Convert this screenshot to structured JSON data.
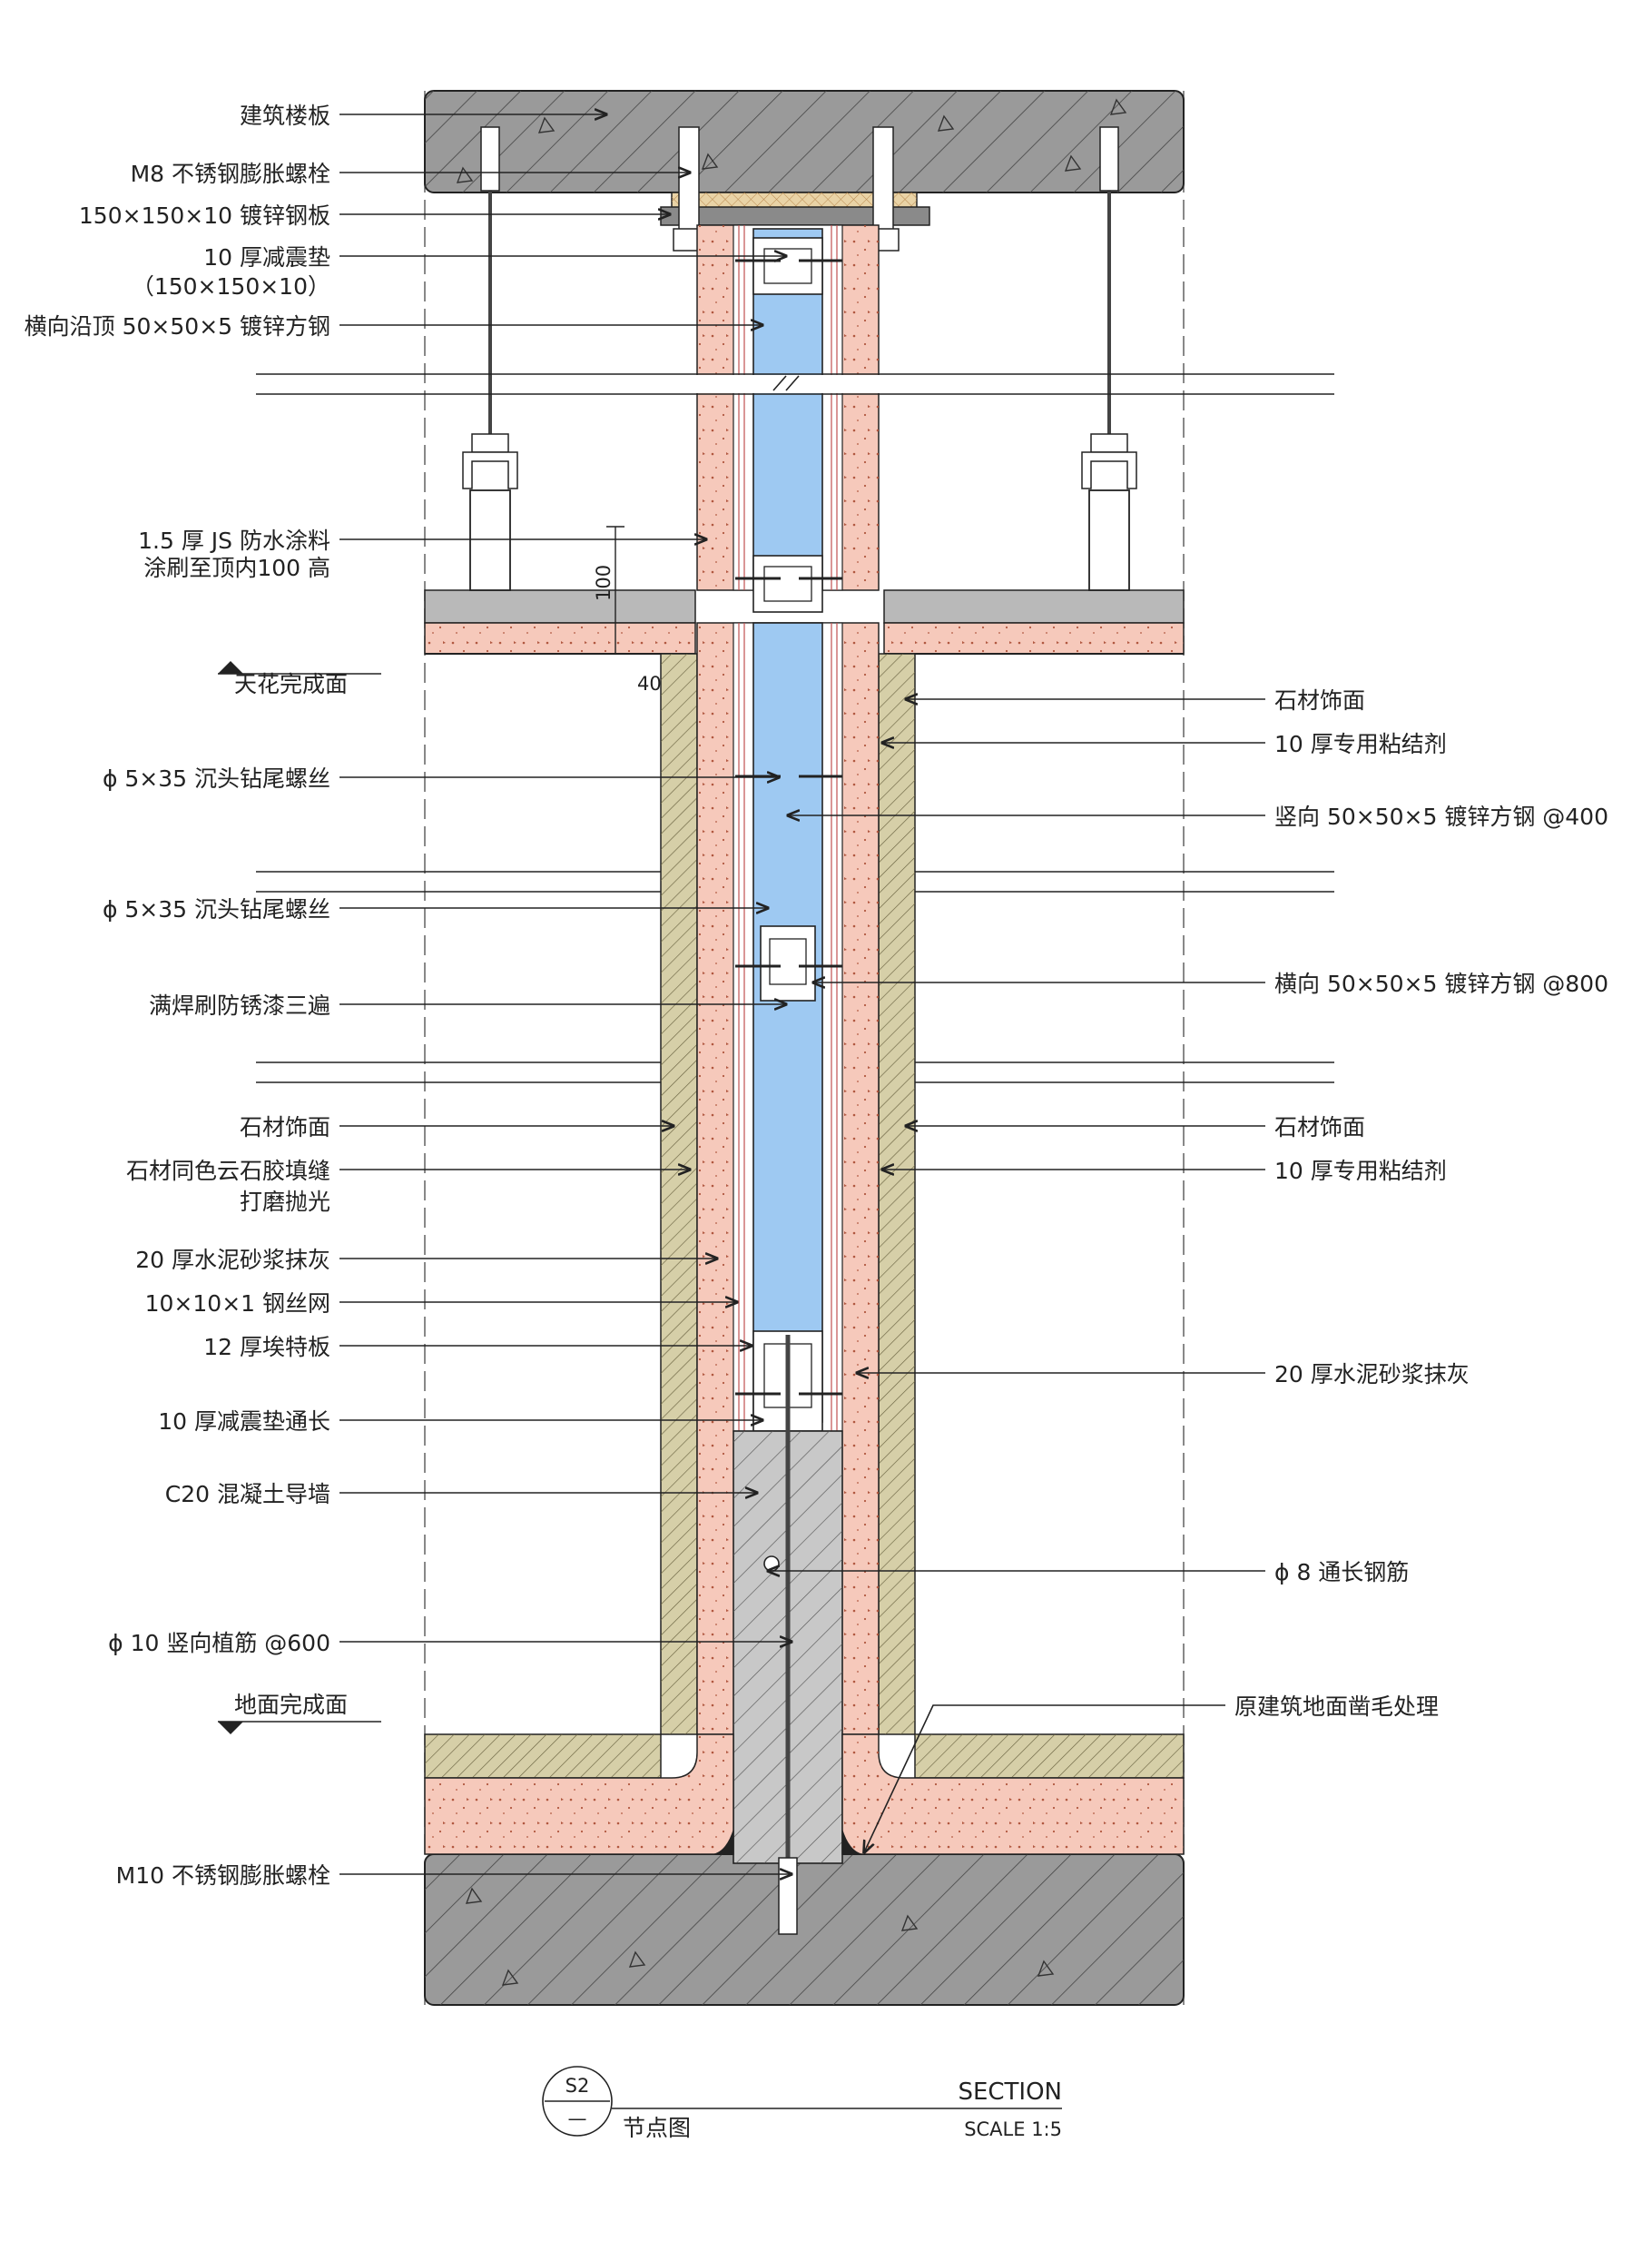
{
  "left_labels": [
    {
      "key": "floor_slab",
      "lines": [
        "建筑楼板"
      ]
    },
    {
      "key": "m8_bolt",
      "lines": [
        "M8 不锈钢膨胀螺栓"
      ]
    },
    {
      "key": "steel_plate",
      "lines": [
        "150×150×10  镀锌钢板"
      ]
    },
    {
      "key": "damping_pad",
      "lines": [
        "10 厚减震垫",
        "（150×150×10）"
      ]
    },
    {
      "key": "top_square_steel",
      "lines": [
        "横向沿顶 50×50×5 镀锌方钢"
      ]
    },
    {
      "key": "js_coating",
      "lines": [
        "1.5 厚 JS 防水涂料",
        "涂刷至顶内100 高"
      ]
    },
    {
      "key": "screw_1",
      "lines": [
        "ϕ 5×35 沉头钻尾螺丝"
      ]
    },
    {
      "key": "screw_2",
      "lines": [
        "ϕ 5×35 沉头钻尾螺丝"
      ]
    },
    {
      "key": "weld_paint",
      "lines": [
        "满焊刷防锈漆三遍"
      ]
    },
    {
      "key": "stone_finish_l",
      "lines": [
        "石材饰面"
      ]
    },
    {
      "key": "stone_glue",
      "lines": [
        "石材同色云石胶填缝",
        "打磨抛光"
      ]
    },
    {
      "key": "mortar_l",
      "lines": [
        "20 厚水泥砂浆抹灰"
      ]
    },
    {
      "key": "wire_mesh",
      "lines": [
        "10×10×1 钢丝网"
      ]
    },
    {
      "key": "eter_board",
      "lines": [
        "12 厚埃特板"
      ]
    },
    {
      "key": "damping_full",
      "lines": [
        "10 厚减震垫通长"
      ]
    },
    {
      "key": "c20_wall",
      "lines": [
        "C20 混凝土导墙"
      ]
    },
    {
      "key": "rebar_10",
      "lines": [
        "ϕ 10 竖向植筋 @600"
      ]
    },
    {
      "key": "m10_bolt",
      "lines": [
        "M10 不锈钢膨胀螺栓"
      ]
    }
  ],
  "right_labels": [
    {
      "key": "stone_finish_r1",
      "lines": [
        "石材饰面"
      ]
    },
    {
      "key": "adhesive_r1",
      "lines": [
        "10 厚专用粘结剂"
      ]
    },
    {
      "key": "vert_steel",
      "lines": [
        "竖向 50×50×5 镀锌方钢 @400"
      ]
    },
    {
      "key": "horiz_steel",
      "lines": [
        "横向 50×50×5 镀锌方钢 @800"
      ]
    },
    {
      "key": "stone_finish_r2",
      "lines": [
        "石材饰面"
      ]
    },
    {
      "key": "adhesive_r2",
      "lines": [
        "10 厚专用粘结剂"
      ]
    },
    {
      "key": "mortar_r",
      "lines": [
        "20 厚水泥砂浆抹灰"
      ]
    },
    {
      "key": "rebar_8",
      "lines": [
        "ϕ 8 通长钢筋"
      ]
    },
    {
      "key": "ground_treat",
      "lines": [
        "原建筑地面凿毛处理"
      ]
    }
  ],
  "levels": {
    "ceiling": "天花完成面",
    "floor": "地面完成面"
  },
  "dimensions": {
    "height_100": "100",
    "offset_40": "40"
  },
  "title_block": {
    "code": "S2",
    "code_sub": "—",
    "name": "节点图",
    "type": "SECTION",
    "scale": "SCALE 1:5"
  },
  "colors": {
    "mortar": "#f6c9bb",
    "steel_fill": "#9ec9f2",
    "concrete": "#c8c8c8",
    "slab": "#9a9a9a",
    "stone": "#d6cfa8",
    "board": "#e9d3a6",
    "line": "#222222"
  }
}
